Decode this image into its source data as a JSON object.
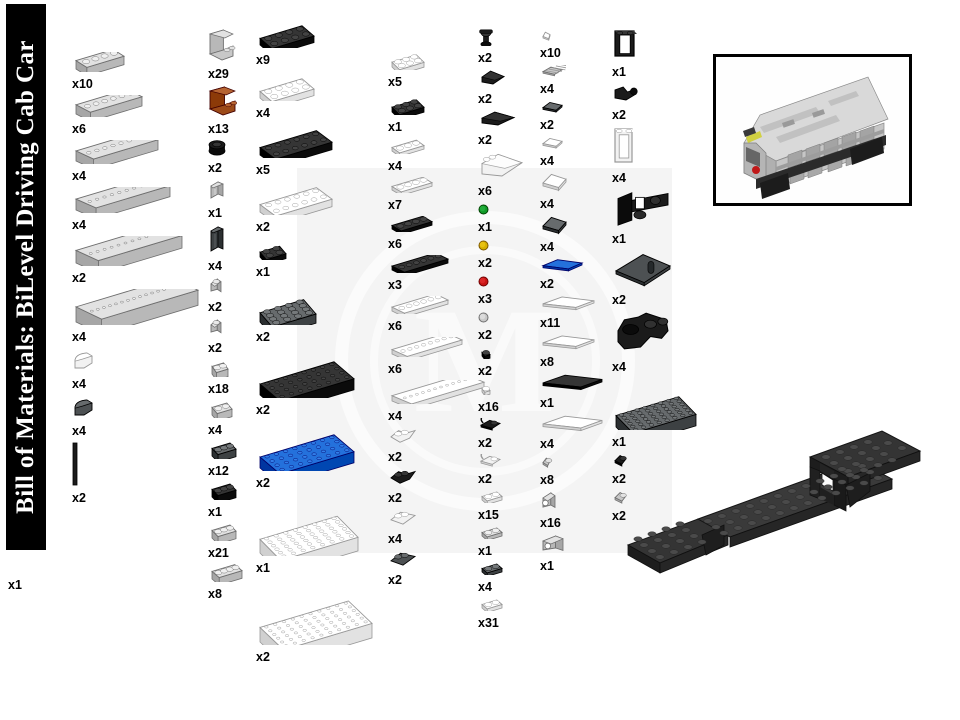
{
  "title": "Bill of Materials:  BiLevel Driving Cab Car",
  "model_image": {
    "name": "bilevel-driving-cab-car-render",
    "alt": "BiLevel Driving Cab Car"
  },
  "colors": {
    "light_gray": "#c8c8c8",
    "dark_gray": "#4d5153",
    "black": "#1b1b1b",
    "white": "#f2f2f2",
    "blue": "#0a57c2",
    "brown": "#9c4a18",
    "red": "#c81414",
    "yellow": "#d6b000",
    "green": "#0f9a28"
  },
  "columns": [
    {
      "name": "column-bricks-long",
      "parts": [
        {
          "label": "1x4 brick, light gray",
          "qty": "x10",
          "color": "light_gray",
          "shape": "brick",
          "studs": 4,
          "w": 54,
          "h": 20
        },
        {
          "label": "1x6 brick, light gray",
          "qty": "x6",
          "color": "light_gray",
          "shape": "brick",
          "studs": 6,
          "w": 72,
          "h": 22
        },
        {
          "label": "1x8 brick, light gray",
          "qty": "x4",
          "color": "light_gray",
          "shape": "brick",
          "studs": 8,
          "w": 88,
          "h": 24
        },
        {
          "label": "1x10 brick, light gray",
          "qty": "x4",
          "color": "light_gray",
          "shape": "brick",
          "studs": 10,
          "w": 100,
          "h": 26
        },
        {
          "label": "1x12 brick, light gray",
          "qty": "x2",
          "color": "light_gray",
          "shape": "brick",
          "studs": 12,
          "w": 112,
          "h": 30
        },
        {
          "label": "1x16 brick, light gray",
          "qty": "x4",
          "color": "light_gray",
          "shape": "brick",
          "studs": 16,
          "w": 128,
          "h": 36
        },
        {
          "label": "curved slope, white",
          "qty": "x4",
          "color": "white",
          "shape": "curve",
          "w": 24,
          "h": 24
        },
        {
          "label": "curved slope, dark gray",
          "qty": "x4",
          "color": "dark_gray",
          "shape": "curve",
          "w": 24,
          "h": 24
        },
        {
          "label": "bar / antenna, black",
          "qty": "x2",
          "color": "black",
          "shape": "antenna",
          "w": 6,
          "h": 44
        }
      ]
    },
    {
      "name": "column-brackets-small-bricks",
      "parts": [
        {
          "label": "bracket, light gray",
          "qty": "x29",
          "color": "light_gray",
          "shape": "bracket",
          "w": 28,
          "h": 34
        },
        {
          "label": "bracket, reddish brown",
          "qty": "x13",
          "color": "brown",
          "shape": "bracket",
          "w": 30,
          "h": 32
        },
        {
          "label": "round brick 2x2, black",
          "qty": "x2",
          "color": "black",
          "shape": "round2",
          "w": 18,
          "h": 16
        },
        {
          "label": "panel 1x2x2, light gray",
          "qty": "x1",
          "color": "light_gray",
          "shape": "panel",
          "w": 16,
          "h": 22
        },
        {
          "label": "panel 1x2x3, dark gray",
          "qty": "x4",
          "color": "dark_gray",
          "shape": "panel",
          "w": 16,
          "h": 30
        },
        {
          "label": "brick 1x1 with hole, light gray",
          "qty": "x2",
          "color": "light_gray",
          "shape": "brick1",
          "w": 16,
          "h": 18
        },
        {
          "label": "brick 1x1 with stud, light gray",
          "qty": "x2",
          "color": "light_gray",
          "shape": "brick1",
          "w": 16,
          "h": 18
        },
        {
          "label": "brick 1x2, light gray",
          "qty": "x18",
          "color": "light_gray",
          "shape": "brick",
          "studs": 2,
          "w": 22,
          "h": 18
        },
        {
          "label": "brick 1x2 masonry, light gray",
          "qty": "x4",
          "color": "light_gray",
          "shape": "brick",
          "studs": 2,
          "w": 26,
          "h": 18
        },
        {
          "label": "brick 1x3, dark gray",
          "qty": "x12",
          "color": "dark_gray",
          "shape": "brick",
          "studs": 3,
          "w": 30,
          "h": 18
        },
        {
          "label": "brick 1x3, black",
          "qty": "x1",
          "color": "black",
          "shape": "brick",
          "studs": 3,
          "w": 30,
          "h": 18
        },
        {
          "label": "brick 1x3, light gray",
          "qty": "x21",
          "color": "light_gray",
          "shape": "brick",
          "studs": 3,
          "w": 30,
          "h": 18
        },
        {
          "label": "brick 1x4, light gray",
          "qty": "x8",
          "color": "light_gray",
          "shape": "brick",
          "studs": 4,
          "w": 36,
          "h": 18
        }
      ]
    },
    {
      "name": "column-plates-large",
      "parts": [
        {
          "label": "plate 2x4, black",
          "qty": "x9",
          "color": "black",
          "shape": "plate",
          "cols": 4,
          "rows": 2,
          "w": 60,
          "h": 30
        },
        {
          "label": "plate 2x4, white",
          "qty": "x4",
          "color": "white",
          "shape": "plate",
          "cols": 4,
          "rows": 2,
          "w": 60,
          "h": 30
        },
        {
          "label": "plate 2x6, black",
          "qty": "x5",
          "color": "black",
          "shape": "plate",
          "cols": 6,
          "rows": 2,
          "w": 78,
          "h": 34
        },
        {
          "label": "plate 2x6, white",
          "qty": "x2",
          "color": "white",
          "shape": "plate",
          "cols": 6,
          "rows": 2,
          "w": 78,
          "h": 34
        },
        {
          "label": "plate 2x2 rounded, black",
          "qty": "x1",
          "color": "black",
          "shape": "plate",
          "cols": 2,
          "rows": 2,
          "w": 32,
          "h": 22
        },
        {
          "label": "plate 4x4, dark gray",
          "qty": "x2",
          "color": "dark_gray",
          "shape": "plate",
          "cols": 4,
          "rows": 4,
          "w": 62,
          "h": 42
        },
        {
          "label": "plate 4x8, black",
          "qty": "x2",
          "color": "black",
          "shape": "plate",
          "cols": 8,
          "rows": 4,
          "w": 100,
          "h": 50
        },
        {
          "label": "plate 4x8, blue",
          "qty": "x2",
          "color": "blue",
          "shape": "plate",
          "cols": 8,
          "rows": 4,
          "w": 100,
          "h": 50
        },
        {
          "label": "plate 6x8, white",
          "qty": "x1",
          "color": "white",
          "shape": "plate",
          "cols": 8,
          "rows": 6,
          "w": 104,
          "h": 62
        },
        {
          "label": "plate 6x10, white",
          "qty": "x2",
          "color": "white",
          "shape": "plate",
          "cols": 10,
          "rows": 6,
          "w": 118,
          "h": 66
        }
      ]
    },
    {
      "name": "column-plates-thin",
      "parts": [
        {
          "label": "plate 2x3, white",
          "qty": "x5",
          "color": "white",
          "shape": "plate",
          "cols": 3,
          "rows": 2,
          "w": 38,
          "h": 22
        },
        {
          "label": "plate 2x3, black",
          "qty": "x1",
          "color": "black",
          "shape": "plate",
          "cols": 3,
          "rows": 2,
          "w": 38,
          "h": 22
        },
        {
          "label": "plate 1x3, white",
          "qty": "x4",
          "color": "white",
          "shape": "plate",
          "cols": 3,
          "rows": 1,
          "w": 38,
          "h": 16
        },
        {
          "label": "plate 1x4, white",
          "qty": "x7",
          "color": "white",
          "shape": "plate",
          "cols": 4,
          "rows": 1,
          "w": 46,
          "h": 16
        },
        {
          "label": "plate 1x4, black",
          "qty": "x6",
          "color": "black",
          "shape": "plate",
          "cols": 4,
          "rows": 1,
          "w": 46,
          "h": 16
        },
        {
          "label": "plate 1x6, black",
          "qty": "x3",
          "color": "black",
          "shape": "plate",
          "cols": 6,
          "rows": 1,
          "w": 62,
          "h": 18
        },
        {
          "label": "plate 1x6, white",
          "qty": "x6",
          "color": "white",
          "shape": "plate",
          "cols": 6,
          "rows": 1,
          "w": 62,
          "h": 18
        },
        {
          "label": "plate 1x8, white",
          "qty": "x6",
          "color": "white",
          "shape": "plate",
          "cols": 8,
          "rows": 1,
          "w": 76,
          "h": 20
        },
        {
          "label": "plate 1x12, white",
          "qty": "x4",
          "color": "white",
          "shape": "plate",
          "cols": 12,
          "rows": 1,
          "w": 98,
          "h": 24
        },
        {
          "label": "corner plate 2x2, white",
          "qty": "x2",
          "color": "white",
          "shape": "corner",
          "w": 30,
          "h": 18
        },
        {
          "label": "corner plate 2x2, black",
          "qty": "x2",
          "color": "black",
          "shape": "corner",
          "w": 30,
          "h": 18
        },
        {
          "label": "wedge plate, white",
          "qty": "x4",
          "color": "white",
          "shape": "wedge",
          "w": 30,
          "h": 18
        },
        {
          "label": "wedge plate, dark gray",
          "qty": "x2",
          "color": "dark_gray",
          "shape": "wedge",
          "w": 30,
          "h": 18
        }
      ]
    },
    {
      "name": "column-slopes-round",
      "parts": [
        {
          "label": "tap / faucet, black",
          "qty": "x2",
          "color": "black",
          "shape": "tap",
          "w": 16,
          "h": 18
        },
        {
          "label": "slope 2x2, black",
          "qty": "x2",
          "color": "black",
          "shape": "slope",
          "w": 30,
          "h": 18
        },
        {
          "label": "slope 1x4, black",
          "qty": "x2",
          "color": "black",
          "shape": "slope",
          "w": 40,
          "h": 18
        },
        {
          "label": "wedge slope 2x4, white",
          "qty": "x6",
          "color": "white",
          "shape": "slope",
          "w": 48,
          "h": 28
        },
        {
          "label": "round plate 1x1, green",
          "qty": "x1",
          "color": "green",
          "shape": "round1",
          "w": 11,
          "h": 11
        },
        {
          "label": "round plate 1x1, yellow",
          "qty": "x2",
          "color": "yellow",
          "shape": "round1",
          "w": 11,
          "h": 11
        },
        {
          "label": "round plate 1x1, red",
          "qty": "x3",
          "color": "red",
          "shape": "round1",
          "w": 11,
          "h": 11
        },
        {
          "label": "round plate 1x1, gray",
          "qty": "x2",
          "color": "light_gray",
          "shape": "round1",
          "w": 11,
          "h": 11
        },
        {
          "label": "plate 1x1, black",
          "qty": "x2",
          "color": "black",
          "shape": "plate",
          "cols": 1,
          "rows": 1,
          "w": 14,
          "h": 11
        },
        {
          "label": "plate 1x1, white",
          "qty": "x16",
          "color": "white",
          "shape": "plate",
          "cols": 1,
          "rows": 1,
          "w": 14,
          "h": 11
        },
        {
          "label": "plate 1x2 with clip, black",
          "qty": "x2",
          "color": "black",
          "shape": "clip",
          "w": 26,
          "h": 13
        },
        {
          "label": "plate 1x2 with clip, white",
          "qty": "x2",
          "color": "white",
          "shape": "clip",
          "w": 26,
          "h": 13
        },
        {
          "label": "plate 1x2 with stud, white",
          "qty": "x15",
          "color": "white",
          "shape": "plate",
          "cols": 2,
          "rows": 1,
          "w": 26,
          "h": 13
        },
        {
          "label": "plate 1x2, light gray",
          "qty": "x1",
          "color": "light_gray",
          "shape": "plate",
          "cols": 2,
          "rows": 1,
          "w": 26,
          "h": 13
        },
        {
          "label": "plate 1x2, dark gray",
          "qty": "x4",
          "color": "dark_gray",
          "shape": "plate",
          "cols": 2,
          "rows": 1,
          "w": 26,
          "h": 13
        },
        {
          "label": "plate 1x2, white",
          "qty": "x31",
          "color": "white",
          "shape": "plate",
          "cols": 2,
          "rows": 1,
          "w": 26,
          "h": 13
        }
      ]
    },
    {
      "name": "column-tiles",
      "parts": [
        {
          "label": "tile 1x1, white",
          "qty": "x10",
          "color": "white",
          "shape": "tile",
          "w": 14,
          "h": 10
        },
        {
          "label": "grille tile 1x2, light gray",
          "qty": "x4",
          "color": "light_gray",
          "shape": "grille",
          "w": 26,
          "h": 12
        },
        {
          "label": "tile 1x2, dark gray",
          "qty": "x2",
          "color": "dark_gray",
          "shape": "tile",
          "w": 26,
          "h": 12
        },
        {
          "label": "tile 1x2, white",
          "qty": "x4",
          "color": "white",
          "shape": "tile",
          "w": 26,
          "h": 12
        },
        {
          "label": "tile 2x2, white",
          "qty": "x4",
          "color": "white",
          "shape": "tile",
          "w": 30,
          "h": 20
        },
        {
          "label": "tile 2x2, dark gray",
          "qty": "x4",
          "color": "dark_gray",
          "shape": "tile",
          "w": 30,
          "h": 20
        },
        {
          "label": "tile 1x4, blue",
          "qty": "x2",
          "color": "blue",
          "shape": "tile",
          "w": 46,
          "h": 14
        },
        {
          "label": "tile 1x6, white",
          "qty": "x11",
          "color": "white",
          "shape": "tile",
          "w": 58,
          "h": 16
        },
        {
          "label": "tile 1x6, white",
          "qty": "x8",
          "color": "white",
          "shape": "tile",
          "w": 58,
          "h": 16
        },
        {
          "label": "tile 1x8, black",
          "qty": "x1",
          "color": "black",
          "shape": "tile",
          "w": 66,
          "h": 18
        },
        {
          "label": "tile 1x8, white",
          "qty": "x4",
          "color": "white",
          "shape": "tile",
          "w": 66,
          "h": 18
        },
        {
          "label": "technic pin connector, tan",
          "qty": "x8",
          "color": "light_gray",
          "shape": "pin",
          "w": 14,
          "h": 12
        },
        {
          "label": "technic brick 1x1, light gray",
          "qty": "x16",
          "color": "light_gray",
          "shape": "tbrick",
          "w": 18,
          "h": 20
        },
        {
          "label": "technic brick 1x2, light gray",
          "qty": "x1",
          "color": "light_gray",
          "shape": "tbrick",
          "w": 26,
          "h": 20
        }
      ]
    },
    {
      "name": "column-special",
      "parts": [
        {
          "label": "window frame 1x2x2, black",
          "qty": "x1",
          "color": "black",
          "shape": "window",
          "w": 26,
          "h": 32
        },
        {
          "label": "hinge clip, black",
          "qty": "x2",
          "color": "black",
          "shape": "hinge",
          "w": 28,
          "h": 20
        },
        {
          "label": "window frame 1x2x3, white",
          "qty": "x4",
          "color": "white",
          "shape": "window",
          "w": 24,
          "h": 40
        },
        {
          "label": "train coupler assembly, black",
          "qty": "x1",
          "color": "black",
          "shape": "coupler",
          "w": 62,
          "h": 38
        },
        {
          "label": "plate 4x6 with pin, dark gray",
          "qty": "x2",
          "color": "dark_gray",
          "shape": "bigplate",
          "w": 62,
          "h": 38
        },
        {
          "label": "train bogie / wheel holder, black",
          "qty": "x4",
          "color": "black",
          "shape": "bogie",
          "w": 62,
          "h": 44
        },
        {
          "label": "plate 6x8, dark gray",
          "qty": "x1",
          "color": "dark_gray",
          "shape": "plate",
          "cols": 8,
          "rows": 6,
          "w": 86,
          "h": 52
        },
        {
          "label": "small bracket, black",
          "qty": "x2",
          "color": "black",
          "shape": "small",
          "w": 18,
          "h": 14
        },
        {
          "label": "small bracket, light gray",
          "qty": "x2",
          "color": "light_gray",
          "shape": "small",
          "w": 18,
          "h": 14
        }
      ]
    }
  ],
  "chassis": {
    "label": "train base / chassis, black",
    "qty": "x1"
  }
}
